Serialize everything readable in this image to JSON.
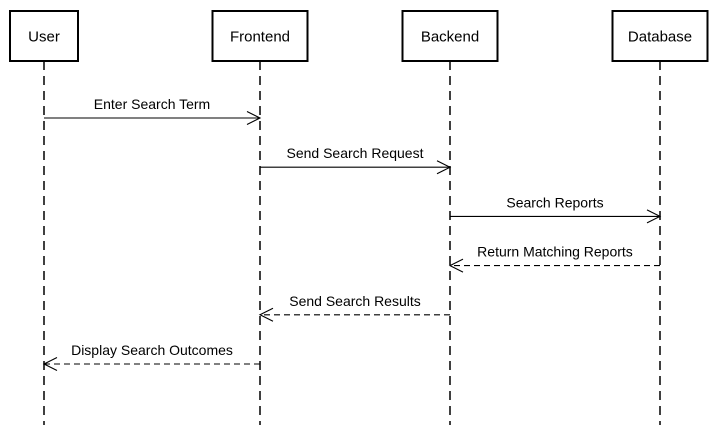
{
  "actors": [
    {
      "id": "user",
      "label": "User"
    },
    {
      "id": "frontend",
      "label": "Frontend"
    },
    {
      "id": "backend",
      "label": "Backend"
    },
    {
      "id": "database",
      "label": "Database"
    }
  ],
  "messages": [
    {
      "from": 0,
      "to": 1,
      "label": "Enter Search Term",
      "style": "solid"
    },
    {
      "from": 1,
      "to": 2,
      "label": "Send Search Request",
      "style": "solid"
    },
    {
      "from": 2,
      "to": 3,
      "label": "Search Reports",
      "style": "solid"
    },
    {
      "from": 3,
      "to": 2,
      "label": "Return Matching Reports",
      "style": "dashed"
    },
    {
      "from": 2,
      "to": 1,
      "label": "Send Search Results",
      "style": "dashed"
    },
    {
      "from": 1,
      "to": 0,
      "label": "Display Search Outcomes",
      "style": "dashed"
    }
  ]
}
